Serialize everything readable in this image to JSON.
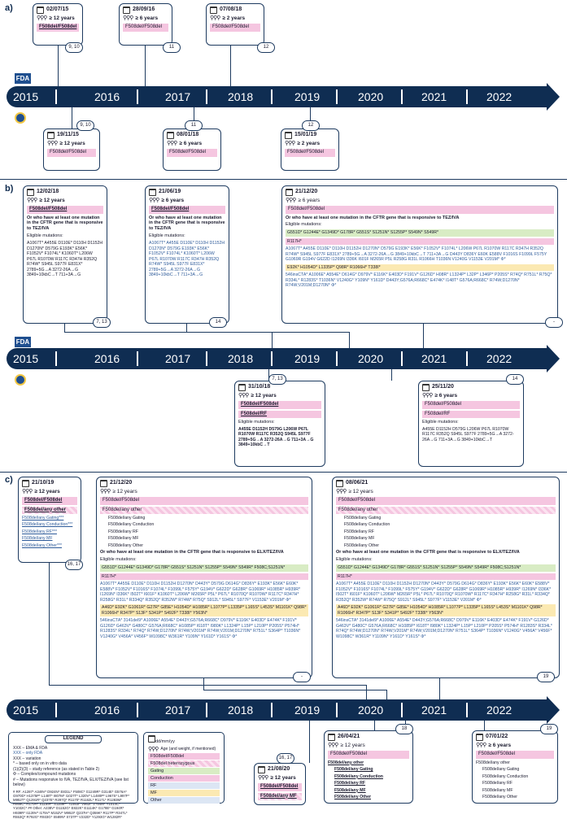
{
  "sections": {
    "a": "a)",
    "b": "b)",
    "c": "c)"
  },
  "years": [
    "2015",
    "2016",
    "2017",
    "2018",
    "2019",
    "2020",
    "2021",
    "2022"
  ],
  "logos": {
    "fda": "FDA"
  },
  "a": {
    "top": [
      {
        "date": "02/07/15",
        "age": "≥ 12 years",
        "geno": "F508del/F508del",
        "ref": "9, 10"
      },
      {
        "date": "28/09/16",
        "age": "≥ 6 years",
        "geno": "F508del/F508del",
        "ref": "11"
      },
      {
        "date": "07/08/18",
        "age": "≥ 2 years",
        "geno": "F508del/F508del",
        "ref": "12"
      }
    ],
    "bottom": [
      {
        "date": "19/11/15",
        "age": "≥ 12 years",
        "geno": "F508del/F508del",
        "ref": "9, 10"
      },
      {
        "date": "08/01/18",
        "age": "≥ 6 years",
        "geno": "F508del/F508del",
        "ref": "11"
      },
      {
        "date": "15/01/19",
        "age": "≥ 2 years",
        "geno": "F508del/F508del",
        "ref": "12"
      }
    ]
  },
  "b": {
    "c1": {
      "date": "12/02/18",
      "age": "≥ 12 years",
      "geno": "F508del/F508del",
      "or_text": "Or who have at least one mutation in the CFTR gene that is responsive to TEZ/IVA",
      "sup": "##",
      "elig": "Eligible mutations:",
      "muts": "A1067T* A455E D110E* D110H D1152H D1270N* D579G E193K* E56K* F1052V* F1074L* K1060T* L206W P67L R1070W R117C R347H R352Q R74W* S945L S977F E831X* 2789+5G→A 3272-26A→G 3849+10kbC→T 711+3A→G",
      "ref": "7, 13"
    },
    "c2": {
      "date": "21/06/19",
      "age": "≥ 6 years",
      "geno": "F508del/F508del",
      "or_text": "Or who have at least one mutation in the CFTR gene that is responsive to TEZ/IVA",
      "sup": "##",
      "elig": "Eligible mutations:",
      "muts": "A1067T* A455E D110E* D110H D1152H D1270N* D579G E193K* E56K* F1052V* F1074L* K1060T* L206W P67L R1070W R117C R347H R352Q R74W* S945L S977F E831X* 2789+5G→A 3272-26A→G 3849+10kbC→T 711+3A→G",
      "ref": "14"
    },
    "c3": {
      "date": "21/12/20",
      "age": "≥ 6 years",
      "geno": "F508del/F508del",
      "or_text": "Or who have at least one mutation in the CFTR gene that is responsive to TEZ/IVA",
      "sup": "##",
      "elig": "Eligible mutations:",
      "green": "G551D* G1244E* G1349D* G178R* G551S* S1251N* S1255P* S549N* S549R*",
      "pink": "R117H*",
      "blue": "A1067T* A455E D110E* D110H D1152H D1270N* D579G E193K* E56K* F1052V* F1074L* L206W P67L R1070W R117C R347H R352Q R74W* S945L S977F E831X* 2789+5G→A 3272-26A→G 3849+10kbC→T 711+3A→G D443Y D836Y E60K E588V F1016S F1099L F575Y G1069R G194V G622D I1269N I336K I601F M265R P5L R258G R31L R1066H T1036N V1240G V1153E V201M* Φ*",
      "yellow": "E92K* H1054D* L1335P* Q98R* R1066H* T338I*",
      "other": "546insCTA* A1006E* A554E* D614G* D979V* E116K* E403D* F191V* G126D* H08R* L1324P* L32P* L346P* P205S* R74Q* R751L* R75Q* R334L* R1283S* T1036N* V1240G* Y109N* Y161D* D443Y;G576A;R668C* E474K* I148T* G576A;R668C* R74W;D1270N* R74W;V201M;D1270N* Φ*",
      "ref": "-"
    },
    "c4": {
      "date": "31/10/18",
      "age": "≥ 12 years",
      "geno": "F508del/F508del",
      "geno2": "F508del/RF",
      "sup": "##",
      "elig": "Eligible mutations:",
      "muts": "A455E D1152H D579G L206W P67L R1070W R117C R352Q S945L S977F 2789+5G→A 3272-26A→G 711+3A→G 3849+10kbC→T",
      "ref": "7, 13"
    },
    "c5": {
      "date": "25/11/20",
      "age": "≥ 6 years",
      "geno": "F508del/F508del",
      "geno2": "F508del/RF",
      "sup": "##",
      "elig": "Eligible mutations:",
      "muts": "A455E D1152H D579G L206W P67L R1070W R117C R352Q S945L S977F 2789+5G→A 3272-26A→G 711+3A→G 3849+10kbC→T",
      "ref": "14"
    }
  },
  "c": {
    "c1": {
      "date": "21/10/19",
      "age": "≥ 12 years",
      "geno": "F508del/F508del",
      "geno2": "F508del/any other",
      "items": [
        "F508del/any Gating***",
        "F508del/any Conduction***",
        "F508del/any RF***",
        "F508del/any MF",
        "F508del/any Other***"
      ],
      "ref": "16, 17"
    },
    "c2": {
      "date": "21/12/20",
      "age": "≥ 12 years",
      "geno": "F508del/F508del",
      "geno2": "F508del/any other",
      "items": [
        "F508del/any Gating",
        "F508del/any Conduction",
        "F508del/any RF",
        "F508del/any MF",
        "F508del/any Other"
      ],
      "or_text": "Or who have at least one mutation in the CFTR gene that is responsive to ELX/TEZ/IVA",
      "sup": "##",
      "elig": "Eligible mutations:",
      "green": "G551D* G1244E* G1349D* G178R* G551S* S1251N* S1255P* S549N* S549R* F508C;S1251N*",
      "pink": "R117H*",
      "blue": "A1067T* A455E D110E* D110H D1152H D1270N* D443Y* D579G D614G* D836Y* E193K* E56K* E60K* E588V* F1052V* F1016S* F1074L* F1099L* F575Y* G194V* G622D* G628R* G1069R* H1085R* H939R* I1269N* I336K* I502T* I601F* K1060T* L206W* M265R* P5L* P67L* R1070Q* R1070W* R117C* R347H* R258G* R31L* R334Q* R352Q* R352W* R74W* R75Q* S912L* S945L* S977F* V1153E* V201M* Φ*",
      "yellow": "A46D* E92K* G1061R* G27R* G85E* H1054D* H1085R* L1077P* L1335P* L165S* L453S* M1101K* Q98R* R1066H* R347P* S13F* S341P* S492F* T338I* Y563N*",
      "other": "546insCTA* 3141del9* A1006E* A554E* D443Y;G576A;R668C* D979V* E116K* E403D* E474K* F191V* G126D* G463V* G480C* G576A;R668C* H1085P* I618T* I980K* L1324P* L15P* L210P* P205S* P574H* R1283S* R334L* R74Q* R74W;D1270N* R74W;V201M* R74W;V201M;D1270N* R751L* S364P* T1036N* V1240G* V456A* V456F* W1098C* W361R* Y109N* Y161D* Y161S* Φ*",
      "ref": "-"
    },
    "c3": {
      "date": "08/06/21",
      "age": "≥ 12 years",
      "geno": "F508del/F508del",
      "geno2": "F508del/any other",
      "items": [
        "F508del/any Gating",
        "F508del/any Conduction",
        "F508del/any RF",
        "F508del/any MF",
        "F508del/any Other"
      ],
      "or_text": "Or who have at least one mutation in the CFTR gene that is responsive to ELX/TEZ/IVA",
      "sup": "##",
      "elig": "Eligible mutations:",
      "green": "G551D* G1244E* G1349D* G178R* G551S* S1251N* S1255P* S549N* S549R* F508C;S1251N*",
      "pink": "R117H*",
      "blue": "A1067T* A455E D110E* D110H D1152H D1270N* D443Y* D579G D614G* D836Y* E193K* E56K* E60K* E588V* F1052V* F1016S* F1074L* F1099L* F575Y* G194V* G622D* G628R* G1069R* H1085R* H939R* I1269N* I336K* I502T* I601F* K1060T* L206W* M265R* P5L* P67L* R1070Q* R1070W* R117C* R347H* R258G* R31L* R334Q* R352Q* R352W* R74W* R75Q* S912L* S945L* S977F* V1153E* V201M* Φ*",
      "yellow": "A46D* E92K* G1061R* G27R* G85E* H1054D* H1085R* L1077P* L1335P* L165S* L453S* M1101K* Q98R* R1066H* R347P* S13F* S341P* S492F* T338I* Y563N*",
      "other": "546insCTA* 3141del9* A1006E* A554E* D443Y;G576A;R668C* D979V* E116K* E403D* E474K* F191V* G126D* G463V* G480C* G576A;R668C* H1085P* I618T* I980K* L1324P* L15P* L210P* P205S* P574H* R1283S* R334L* R74Q* R74W;D1270N* R74W;V201M* R74W;V201M;D1270N* R751L* S364P* T1036N* V1240G* V456A* V456F* W1098C* W361R* Y1109N* Y161D* Y161S* Φ*",
      "ref": "19"
    },
    "c4": {
      "date": "21/08/20",
      "age": "≥ 12 years",
      "geno": "F508del/F508del",
      "geno2": "F508del/any MF",
      "ref": "16, 17"
    },
    "c5": {
      "date": "26/04/21",
      "age": "≥ 12 years",
      "geno": "F508del/F508del",
      "items": [
        "F508del/any other",
        "F508del/any Gating",
        "F508del/any Conduction",
        "F508del/any RF",
        "F508del/any MF",
        "F508del/any Other"
      ],
      "ref": "18"
    },
    "c6": {
      "date": "07/01/22",
      "age": "≥ 6 years",
      "geno": "F508del/F508del",
      "items": [
        "F508del/any other",
        "F508del/any Gating",
        "F508del/any Conduction",
        "F508del/any RF",
        "F508del/any MF",
        "F508del/any Other"
      ],
      "ref": "19"
    }
  },
  "legend": {
    "title": "LEGEND",
    "lines": [
      "XXX – EMA & FDA",
      "XXX – only FDA",
      "XXX – variation",
      "* – based only on in vitro data",
      "(1)(2)(3) – study reference (as stated in Table 2)",
      "Φ – Complex/compound mutations",
      "# – Mutations responsive to IVA, TEZ/IVA, ELX/TEZ/IVA (see list below)"
    ],
    "footer": "# RF: A1287* A349V* D924N* E831L* F508C* G1249R* G314E* G576A* G970D* H1375P* L148T* I807M* I1027T* L320V* L1480P* L967S* L997F* M952T* Q1291R* Q237E* R297Q* R1170* R1162L* R117L* R1283M* R668C* R170H* S1159F* S1159P* T1053I* V562I* V754M* Y1014C* Y1032C* ## Other: A238V* D1152G* E822K* E1114K* G178E* G194R* H939R* I1139V* I175V* M152V* M952I* Q237H* Q359K* R117P* R347L* R553Q* R792G* R933G* S589N* S737F* V232D* Y1293G* W1282R*"
  },
  "key": {
    "date": "dd/mm/yy",
    "age": "Age (and weight, if mentioned)",
    "geno": "F508del/F508del",
    "rows": [
      "F508del heterozygous",
      "F508del/any Gating",
      "F508del/any Conduction",
      "F508del/any RF",
      "F508del/any MF",
      "F508del/any Other"
    ],
    "cats": [
      "Gating",
      "Conduction",
      "RF",
      "MF",
      "Other"
    ]
  }
}
